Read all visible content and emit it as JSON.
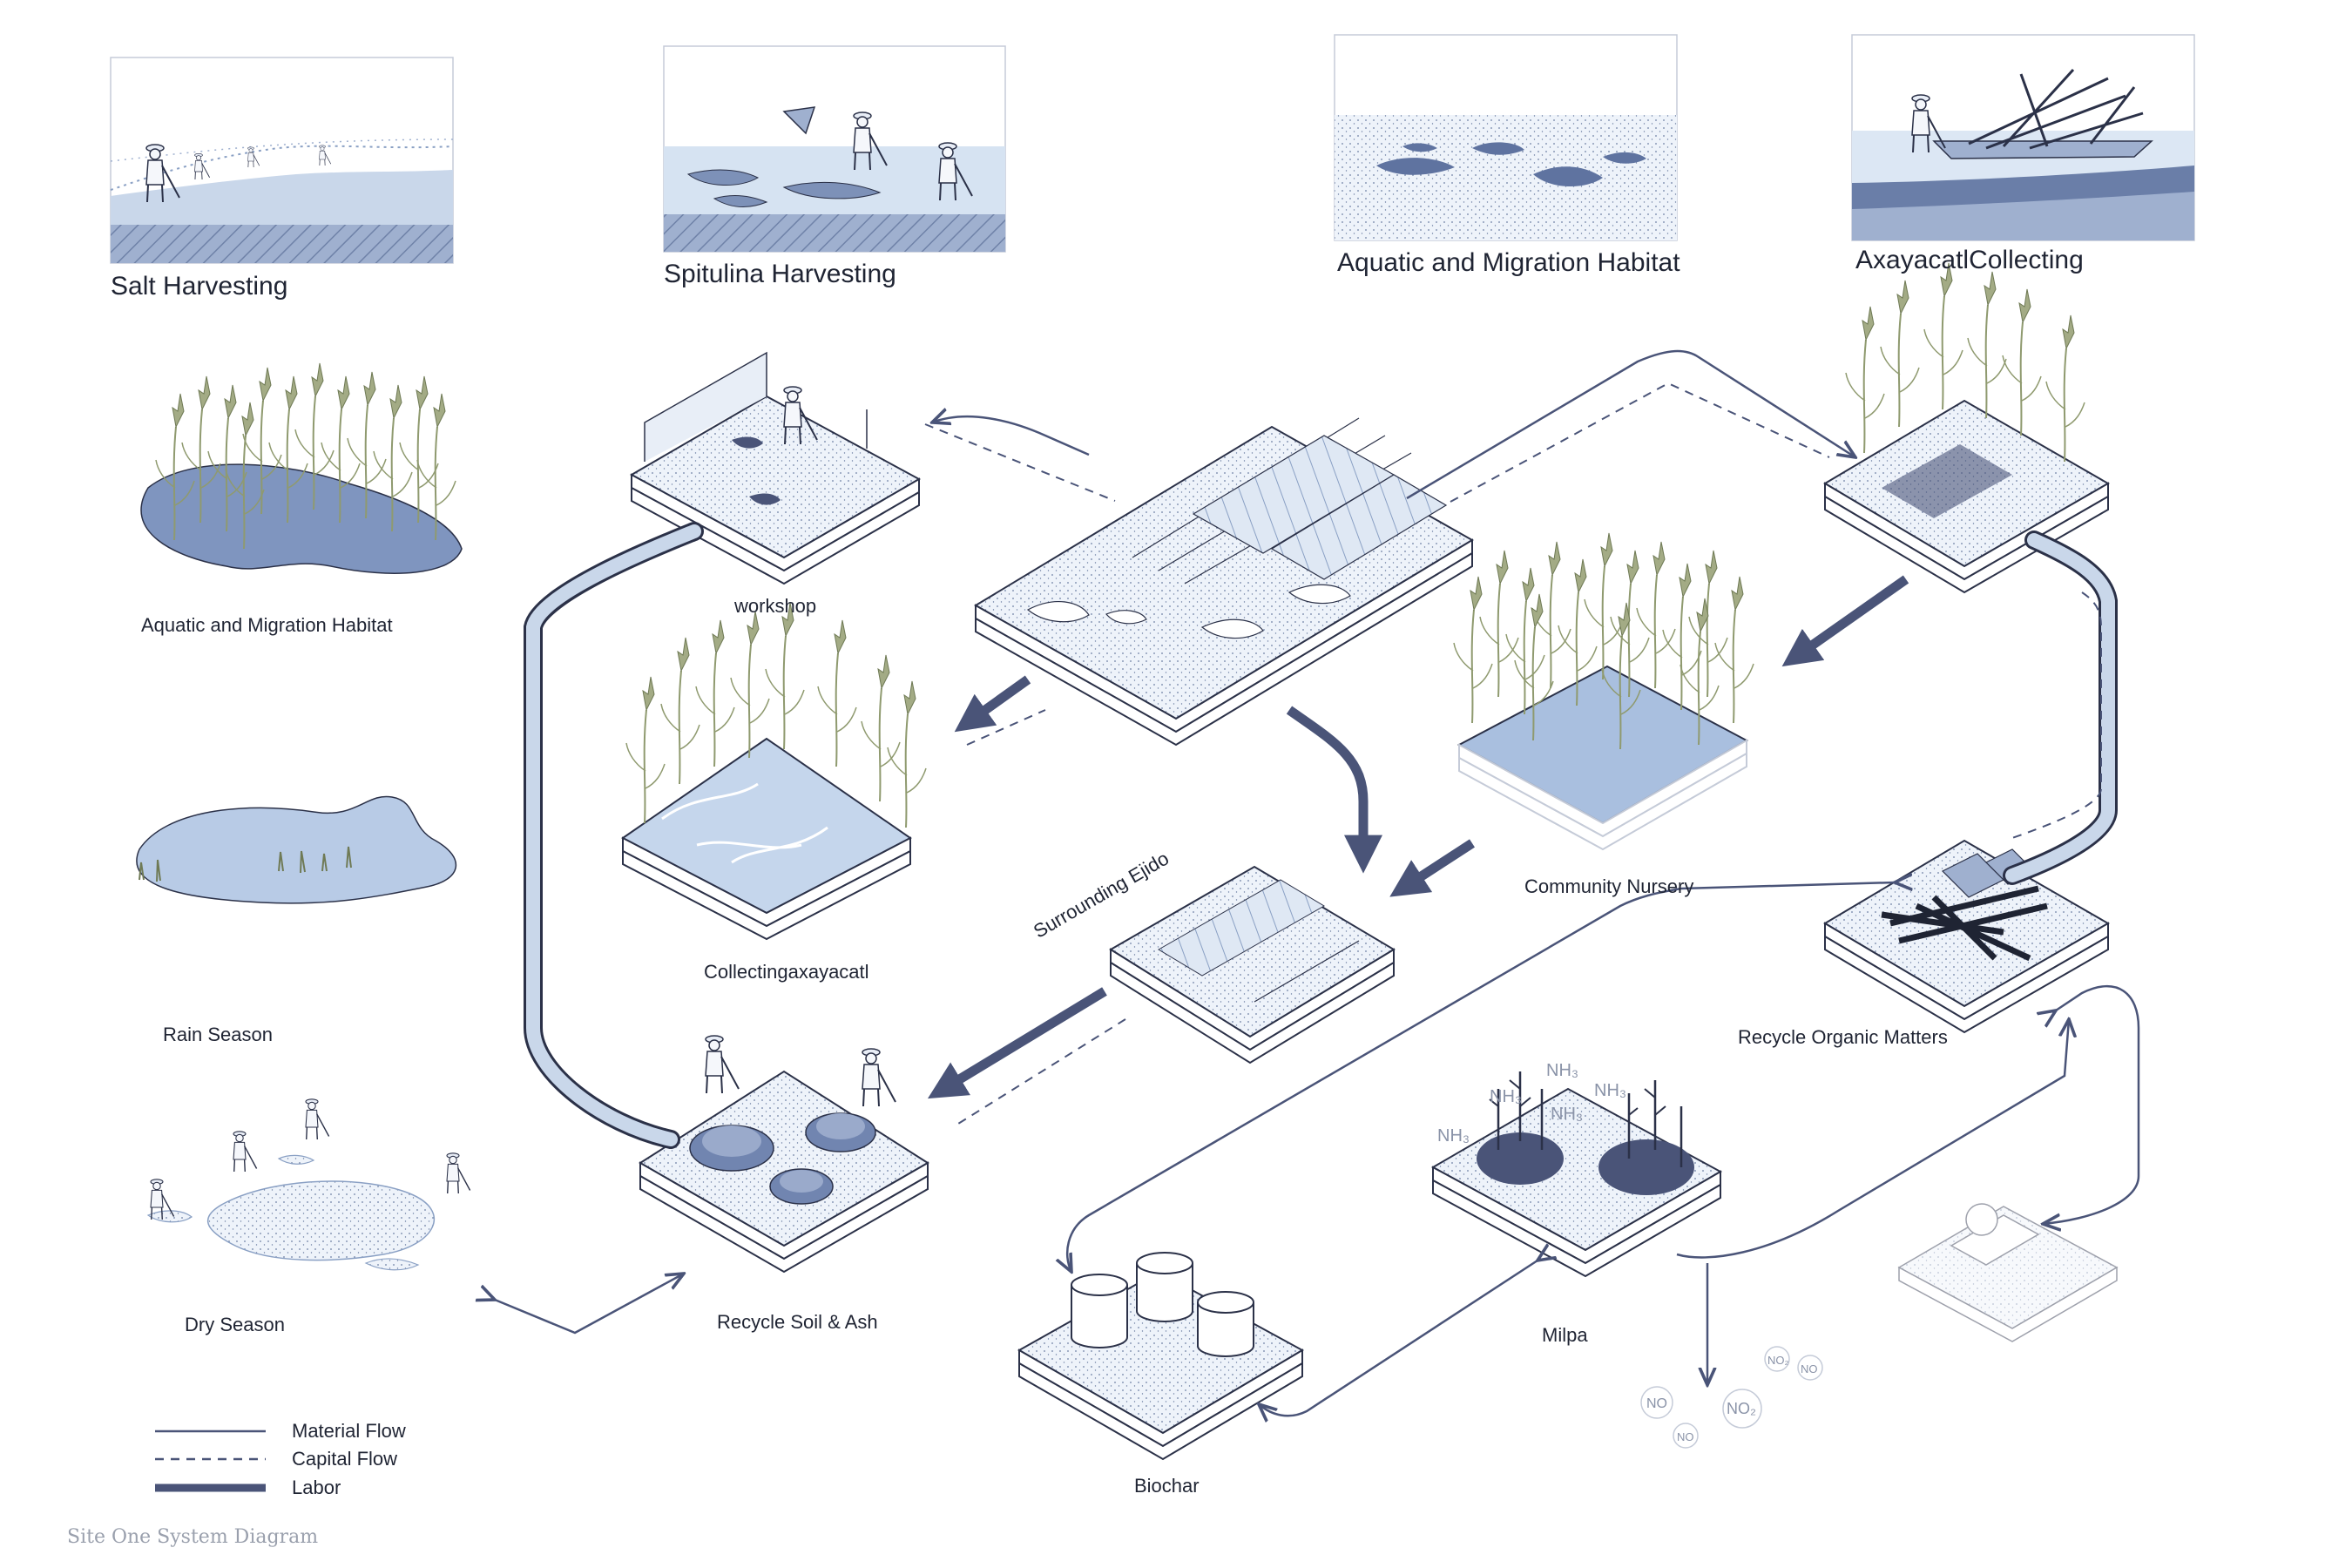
{
  "header_panels": [
    {
      "title": "Salt Harvesting"
    },
    {
      "title": "Spitulina Harvesting"
    },
    {
      "title": "Aquatic and Migration Habitat"
    },
    {
      "title": "AxayacatlCollecting"
    }
  ],
  "side_scenes": [
    {
      "label": "Aquatic and Migration Habitat"
    },
    {
      "label": "Rain Season"
    },
    {
      "label": "Dry Season"
    }
  ],
  "nodes": {
    "workshop": "workshop",
    "collecting": "Collectingaxayacatl",
    "recycle_soil": "Recycle Soil & Ash",
    "surrounding": "Surrounding Ejido",
    "nursery": "Community Nursery",
    "recycle_organic": "Recycle Organic Matters",
    "milpa": "Milpa",
    "biochar": "Biochar"
  },
  "chemistry": {
    "nh3": "NH₃",
    "no": "NO",
    "no2": "NO₂"
  },
  "legend": [
    {
      "label": "Material Flow",
      "style": "solid"
    },
    {
      "label": "Capital Flow",
      "style": "dashed"
    },
    {
      "label": "Labor",
      "style": "thick"
    }
  ],
  "caption": "Site One System Diagram",
  "colors": {
    "ink": "#2b3148",
    "flow": "#4a5478",
    "water": "#bcd0e8",
    "pale": "#e4edf7",
    "reed": "#8f9a6f"
  }
}
